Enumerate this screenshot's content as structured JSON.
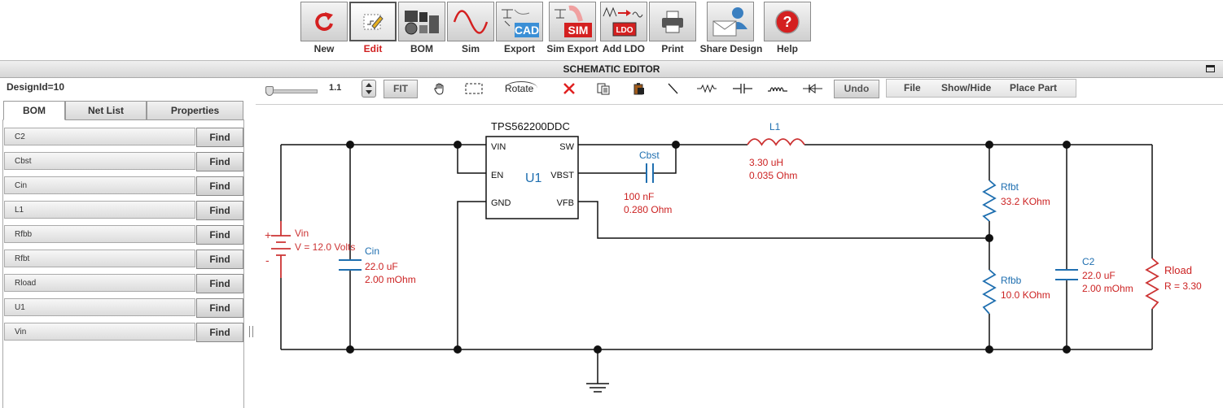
{
  "toolbar": {
    "buttons": [
      {
        "label": "New",
        "icon": "refresh-icon"
      },
      {
        "label": "Edit",
        "icon": "edit-schematic-icon",
        "active": true
      },
      {
        "label": "BOM",
        "icon": "bom-chips-icon"
      },
      {
        "label": "Sim",
        "icon": "sine-wave-icon"
      },
      {
        "label": "Export",
        "icon": "cad-export-icon",
        "badge": "CAD"
      },
      {
        "label": "Sim Export",
        "icon": "sim-export-icon",
        "badge": "SIM"
      },
      {
        "label": "Add LDO",
        "icon": "ldo-icon",
        "badge": "LDO"
      },
      {
        "label": "Print",
        "icon": "printer-icon"
      },
      {
        "label": "Share Design",
        "icon": "share-design-icon"
      },
      {
        "label": "Help",
        "icon": "help-icon",
        "badge": "?"
      }
    ],
    "active_color": "#d02020"
  },
  "title": "SCHEMATIC EDITOR",
  "design_id": "DesignId=10",
  "tabs": [
    "BOM",
    "Net List",
    "Properties"
  ],
  "bom_items": [
    "C2",
    "Cbst",
    "Cin",
    "L1",
    "Rfbb",
    "Rfbt",
    "Rload",
    "U1",
    "Vin"
  ],
  "find_label": "Find",
  "editor_toolbar": {
    "zoom_value": "1.1",
    "fit_label": "FIT",
    "rotate_label": "Rotate",
    "undo_label": "Undo",
    "menus": [
      "File",
      "Show/Hide",
      "Place Part"
    ]
  },
  "schematic": {
    "colors": {
      "wire": "#111111",
      "source": "#cc3333",
      "cap": "#1f6fb0",
      "label_red": "#cc2222"
    },
    "ic": {
      "part": "TPS562200DDC",
      "ref": "U1",
      "pins": {
        "vin": "VIN",
        "en": "EN",
        "gnd": "GND",
        "sw": "SW",
        "vbst": "VBST",
        "vfb": "VFB"
      }
    },
    "vin": {
      "ref": "Vin",
      "value": "V = 12.0 Volts",
      "plus": "+",
      "minus": "-"
    },
    "cin": {
      "ref": "Cin",
      "value1": "22.0 uF",
      "value2": "2.00 mOhm"
    },
    "cbst": {
      "ref": "Cbst",
      "value1": "100 nF",
      "value2": "0.280 Ohm"
    },
    "l1": {
      "ref": "L1",
      "value1": "3.30 uH",
      "value2": "0.035 Ohm"
    },
    "rfbt": {
      "ref": "Rfbt",
      "value1": "33.2 KOhm"
    },
    "rfbb": {
      "ref": "Rfbb",
      "value1": "10.0 KOhm"
    },
    "c2": {
      "ref": "C2",
      "value1": "22.0 uF",
      "value2": "2.00 mOhm"
    },
    "rload": {
      "ref": "Rload",
      "value1": "R = 3.30"
    }
  }
}
